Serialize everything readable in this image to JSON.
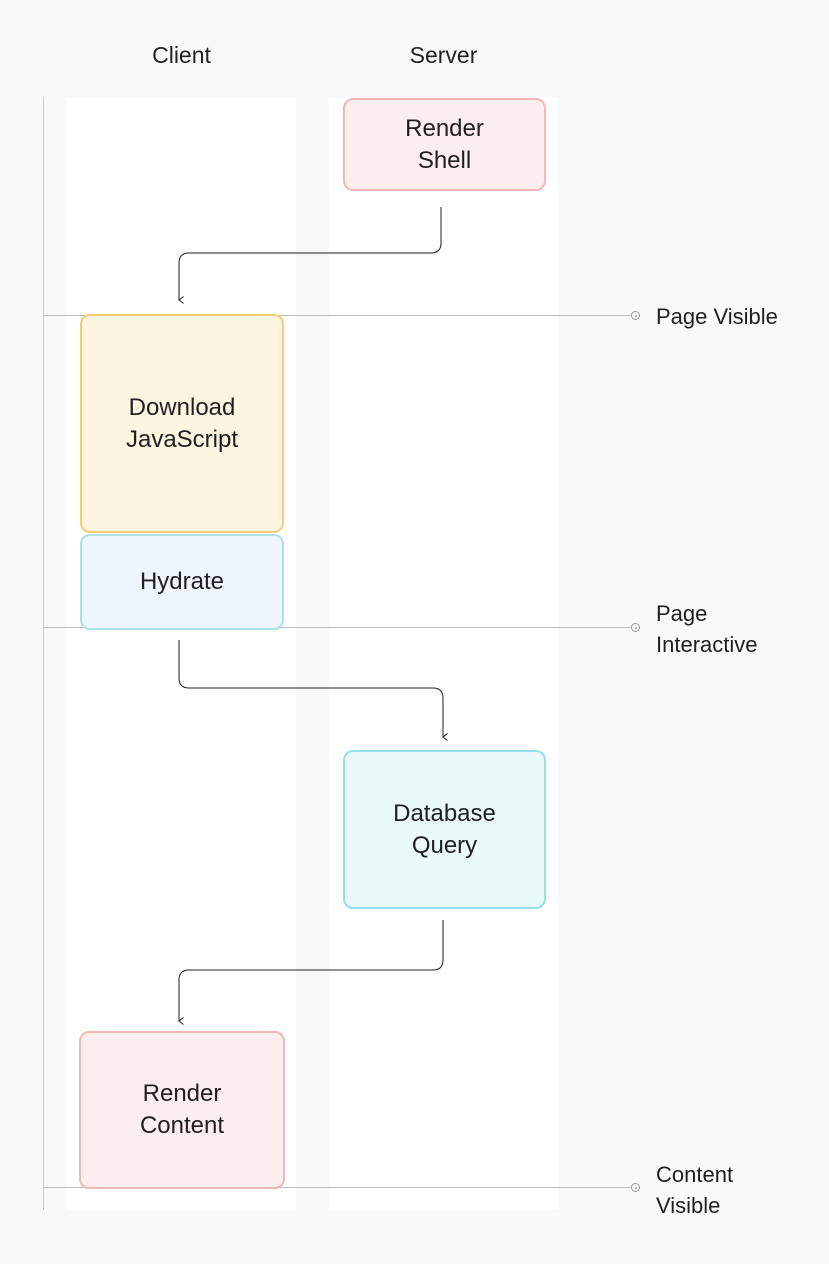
{
  "lanes": {
    "client": "Client",
    "server": "Server"
  },
  "steps": {
    "render_shell": "Render\nShell",
    "download_js": "Download\nJavaScript",
    "hydrate": "Hydrate",
    "database_query": "Database\nQuery",
    "render_content": "Render\nContent"
  },
  "milestones": {
    "page_visible": "Page Visible",
    "page_interactive": "Page\nInteractive",
    "content_visible": "Content\nVisible"
  },
  "colors": {
    "pink_fill": "#fdeeee",
    "pink_border": "#f2b8b8",
    "orange_fill": "#fef4e2",
    "orange_border": "#f5cd78",
    "blue_fill": "#eef5fe",
    "teal_fill": "#eafaf8",
    "teal_border": "#95dfe8",
    "connector": "#1f1f1f"
  }
}
